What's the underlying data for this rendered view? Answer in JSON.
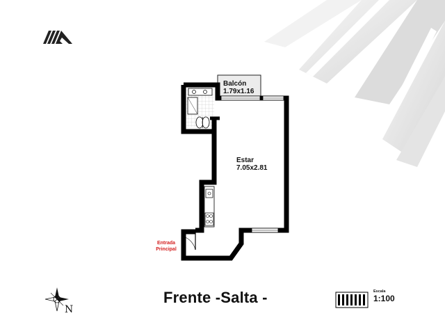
{
  "rooms": {
    "balcony": {
      "name": "Balcón",
      "dims": "1.79x1.16"
    },
    "living": {
      "name": "Estar",
      "dims": "7.05x2.81"
    }
  },
  "entrance": {
    "line1": "Entrada",
    "line2": "Principal"
  },
  "title": "Frente -Salta -",
  "scale": {
    "caption": "Escala",
    "value": "1:100"
  },
  "compass": {
    "letter": "N"
  },
  "colors": {
    "wall": "#000000",
    "entrance_text": "#d42020",
    "balcony_fill": "#ececec",
    "tile": "#bbbbbb"
  },
  "icons": [
    "brand-logo-icon",
    "compass-rose-icon",
    "scale-bar-icon",
    "sink-icon",
    "toilet-icon",
    "stove-icon",
    "door-swing-icon"
  ]
}
